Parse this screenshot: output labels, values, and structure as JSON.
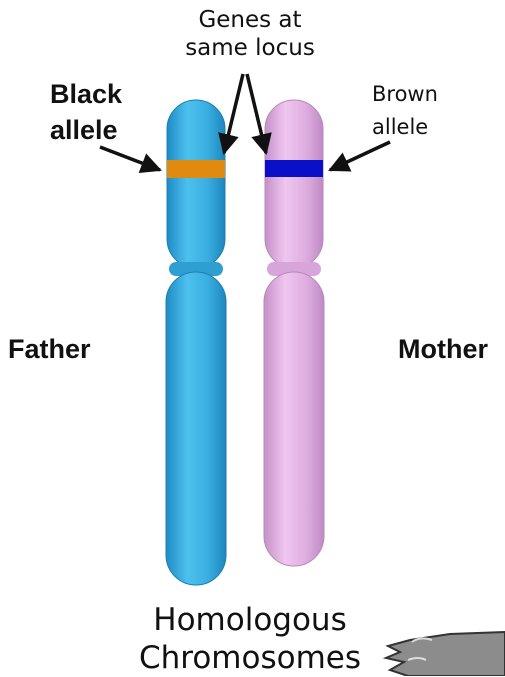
{
  "labels": {
    "genes_line1": "Genes at",
    "genes_line2": "same locus",
    "black_line1": "Black",
    "black_line2": "allele",
    "brown_line1": "Brown",
    "brown_line2": "allele",
    "father": "Father",
    "mother": "Mother",
    "title_line1": "Homologous",
    "title_line2": "Chromosomes"
  },
  "colors": {
    "father_chromosome": "#3aaee0",
    "mother_chromosome": "#deaee0",
    "black_allele_band": "#e08a10",
    "brown_allele_band": "#0a10c8",
    "arrow": "#111111"
  },
  "icons": {
    "corner_illustration": "cartoon-gray-animal-icon"
  }
}
